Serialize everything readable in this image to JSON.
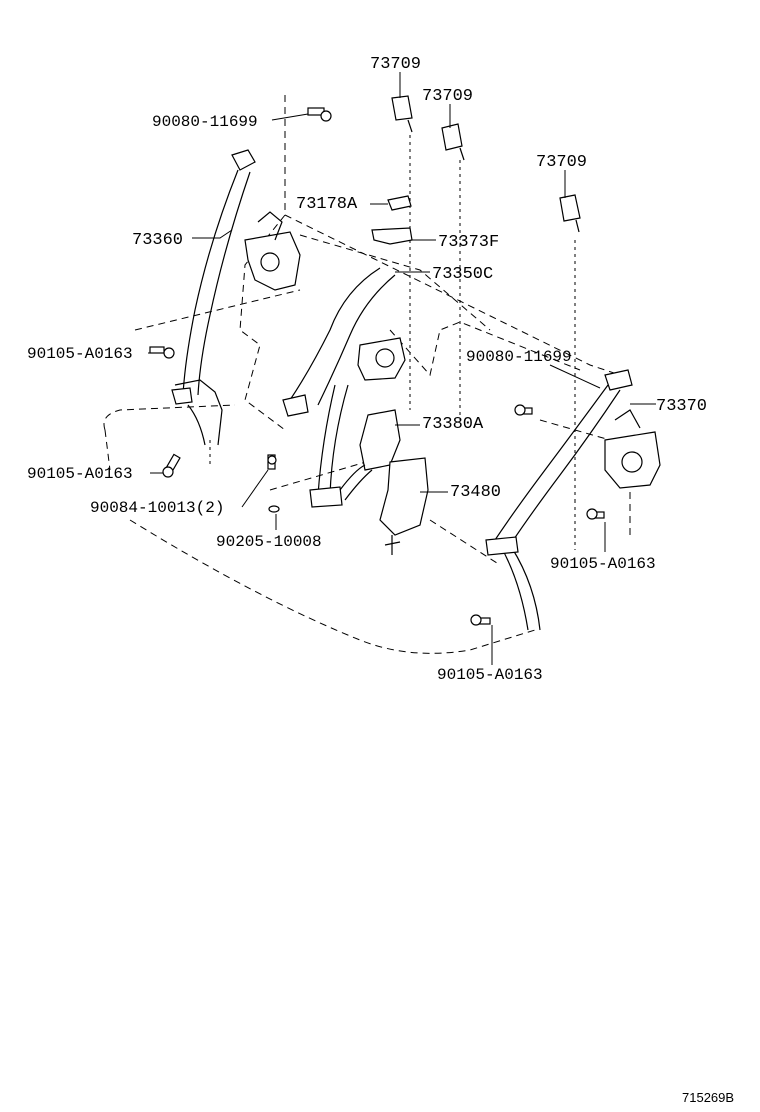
{
  "labels": {
    "clip_top_a": "73709",
    "clip_top_b": "73709",
    "clip_right": "73709",
    "bolt_top_left": "90080-11699",
    "cover_73178a": "73178A",
    "belt_left_outer": "73360",
    "cover_73373f": "73373F",
    "belt_center": "73350C",
    "bolt_left_mid": "90105-A0163",
    "bolt_right_mid": "90080-11699",
    "belt_right_outer": "73370",
    "buckle_73380a": "73380A",
    "bolt_left_low": "90105-A0163",
    "buckle_73480": "73480",
    "bolt_90084": "90084-10013(2)",
    "bolt_right_low": "90105-A0163",
    "washer_90205": "90205-10008",
    "bolt_bottom": "90105-A0163"
  },
  "footer": {
    "diagram_ref": "715269B"
  }
}
